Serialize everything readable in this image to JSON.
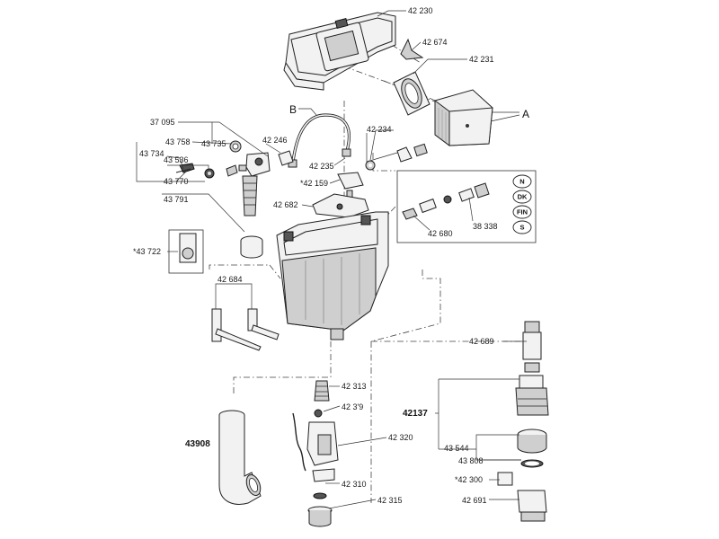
{
  "labels": {
    "p42230": "42 230",
    "p42674": "42 674",
    "p42231": "42 231",
    "pA": "A",
    "pB": "B",
    "p37095": "37 095",
    "p43758": "43 758",
    "p43735": "43 735",
    "p42246": "42 246",
    "p42234": "42 234",
    "p43734": "43 734",
    "p43536": "43 536",
    "p43770": "43 770",
    "p43791": "43 791",
    "p42235": "42 235",
    "p42159": "*42 159",
    "p42682": "42 682",
    "p42680": "42 680",
    "p38338": "38 338",
    "p43722": "*43 722",
    "p42684": "42 684",
    "p42689": "42 689",
    "p42313": "42 313",
    "p42319": "42 3'9",
    "p42320": "42 320",
    "p42310": "42 310",
    "p42315": "42 315",
    "p43908": "43908",
    "p42137": "42137",
    "p43544": "43 544",
    "p43808": "43 808",
    "p42300": "*42 300",
    "p42691": "42 691"
  },
  "country_codes": [
    "N",
    "DK",
    "FIN",
    "S"
  ]
}
